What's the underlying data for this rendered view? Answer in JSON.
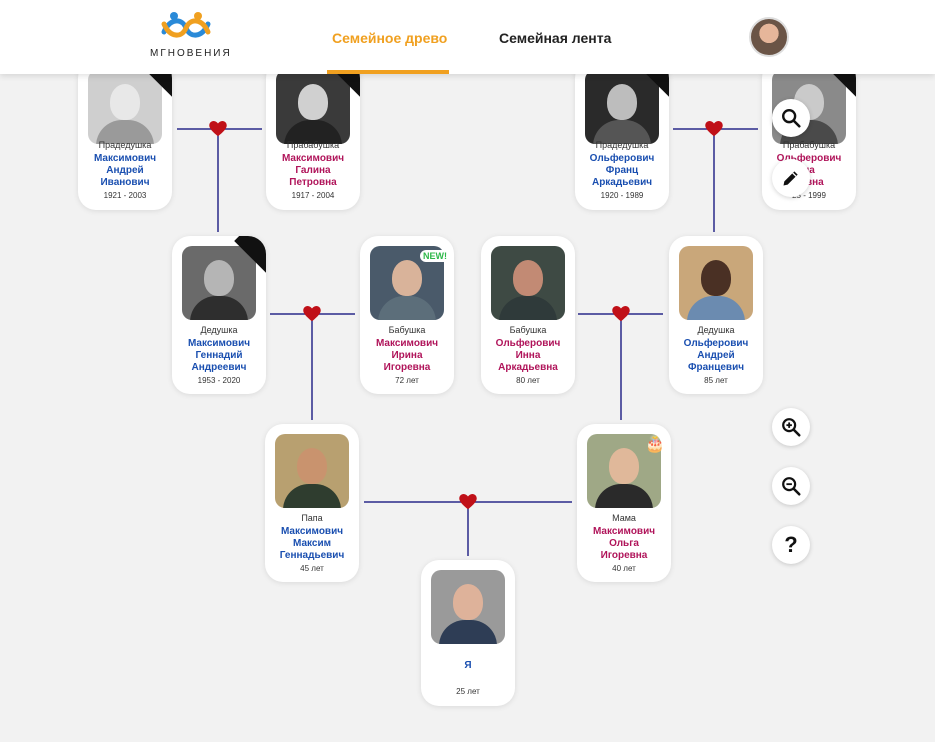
{
  "header": {
    "logo_text": "МГНОВЕНИЯ",
    "tabs": [
      {
        "label": "Семейное древо",
        "active": true
      },
      {
        "label": "Семейная лента",
        "active": false
      }
    ]
  },
  "colors": {
    "accent": "#f0a020",
    "male": "#1a4fb0",
    "female": "#b0145a",
    "heart": "#c01018",
    "line": "#2a2a8a"
  },
  "people": [
    {
      "id": "ggf1",
      "role": "Прадедушка",
      "name": [
        "Максимович",
        "Андрей",
        "Иванович"
      ],
      "gender": "m",
      "dates": "1921 - 2003",
      "deceased": true
    },
    {
      "id": "ggm1",
      "role": "Прабабушка",
      "name": [
        "Максимович",
        "Галина",
        "Петровна"
      ],
      "gender": "f",
      "dates": "1917 - 2004",
      "deceased": true
    },
    {
      "id": "ggf2",
      "role": "Прадедушка",
      "name": [
        "Ольферович",
        "Франц",
        "Аркадьевич"
      ],
      "gender": "m",
      "dates": "1920 - 1989",
      "deceased": true
    },
    {
      "id": "ggm2",
      "role": "Прабабушка",
      "name": [
        "Ольферович",
        "на",
        "ьевна"
      ],
      "gender": "f",
      "dates": "25 - 1999",
      "deceased": true
    },
    {
      "id": "gf1",
      "role": "Дедушка",
      "name": [
        "Максимович",
        "Геннадий",
        "Андреевич"
      ],
      "gender": "m",
      "dates": "1953 - 2020",
      "deceased": true
    },
    {
      "id": "gm1",
      "role": "Бабушка",
      "name": [
        "Максимович",
        "Ирина",
        "Игоревна"
      ],
      "gender": "f",
      "dates": "72 лет",
      "badge": "NEW!"
    },
    {
      "id": "gm2",
      "role": "Бабушка",
      "name": [
        "Ольферович",
        "Инна",
        "Аркадьевна"
      ],
      "gender": "f",
      "dates": "80 лет"
    },
    {
      "id": "gf2",
      "role": "Дедушка",
      "name": [
        "Ольферович",
        "Андрей",
        "Францевич"
      ],
      "gender": "m",
      "dates": "85 лет"
    },
    {
      "id": "dad",
      "role": "Папа",
      "name": [
        "Максимович",
        "Максим",
        "Геннадьевич"
      ],
      "gender": "m",
      "dates": "45 лет"
    },
    {
      "id": "mom",
      "role": "Мама",
      "name": [
        "Максимович",
        "Ольга",
        "Игоревна"
      ],
      "gender": "f",
      "dates": "40 лет",
      "birthday": true
    },
    {
      "id": "me",
      "role": "",
      "name": [
        "Я"
      ],
      "gender": "m",
      "dates": "25 лет"
    }
  ],
  "tools": [
    {
      "icon": "search-icon"
    },
    {
      "icon": "edit-pencil-icon"
    },
    {
      "icon": "zoom-in-icon"
    },
    {
      "icon": "zoom-out-icon"
    },
    {
      "label": "?",
      "icon": "help-icon"
    }
  ]
}
